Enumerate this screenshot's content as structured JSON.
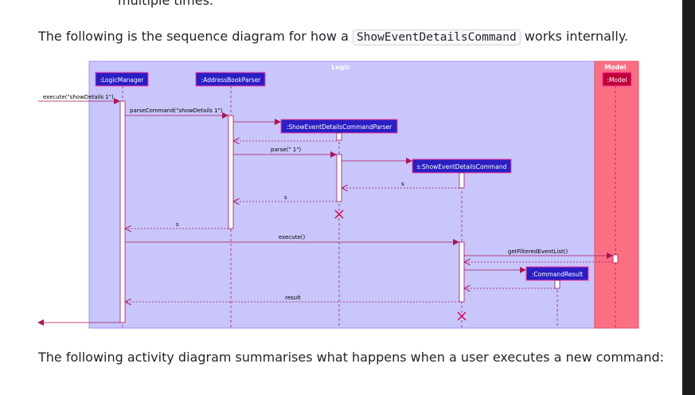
{
  "doc": {
    "fragment_top": "multiple times.",
    "para1_before": "The following is the sequence diagram for how a ",
    "para1_code": "ShowEventDetailsCommand",
    "para1_after": " works internally.",
    "para2": "The following activity diagram summarises what happens when a user executes a new command:"
  },
  "diagram": {
    "logic_title": "Logic",
    "model_title": "Model",
    "participants": {
      "logic_manager": ":LogicManager",
      "parser": ":AddressBookParser",
      "details_parser": ":ShowEventDetailsCommandParser",
      "command": "s:ShowEventDetailsCommand",
      "command_result": ":CommandResult",
      "model": ":Model"
    },
    "messages": {
      "execute_in": "execute(\"showDetails 1\")",
      "parse_command": "parseCommand(\"showDetails 1\")",
      "parse": "parse(\" 1\")",
      "return_s1": "s",
      "return_s2": "s",
      "return_s3": "s",
      "execute": "execute()",
      "get_filtered": "getFilteredEventList()",
      "result": "result"
    },
    "colors": {
      "logic_bg": "#c8c6fa",
      "model_bg": "#fb6f83",
      "participant": "#2a1fc3",
      "model_box": "#c0003a",
      "arrow": "#a8175a"
    }
  }
}
